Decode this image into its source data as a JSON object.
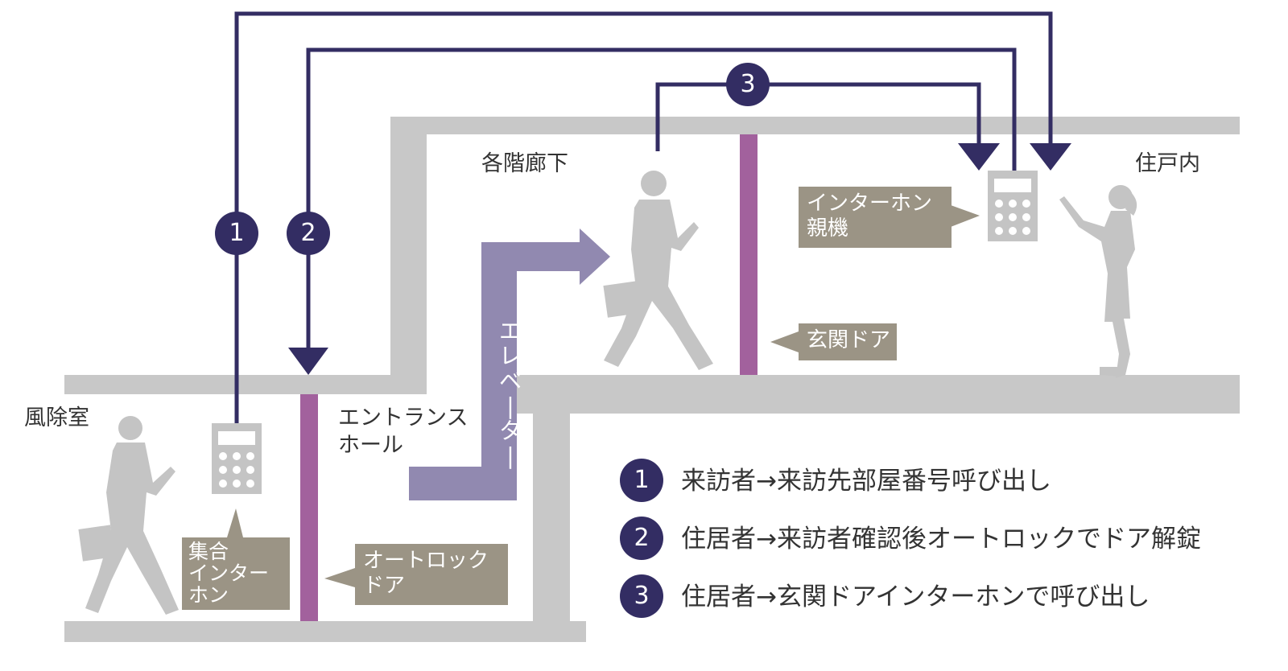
{
  "labels": {
    "vestibule": "風除室",
    "entrance_hall_line1": "エントランス",
    "entrance_hall_line2": "ホール",
    "corridor": "各階廊下",
    "dwelling": "住戸内",
    "elevator": "エレベーター"
  },
  "callouts": {
    "shared_intercom": "集合\nインター\nホン",
    "autolock_door": "オートロック\nドア",
    "intercom_master": "インターホン\n親機",
    "entrance_door": "玄関ドア"
  },
  "steps": [
    {
      "number": "1",
      "text": "来訪者→来訪先部屋番号呼び出し"
    },
    {
      "number": "2",
      "text": "住居者→来訪者確認後オートロックでドア解錠"
    },
    {
      "number": "3",
      "text": "住居者→玄関ドアインターホンで呼び出し"
    }
  ],
  "colors": {
    "line": "#332d63",
    "wall": "#c8c8c8",
    "door": "#a2619d",
    "elevator_arrow": "#9189b0",
    "callout": "#9b9485",
    "person": "#c4c4c4"
  }
}
